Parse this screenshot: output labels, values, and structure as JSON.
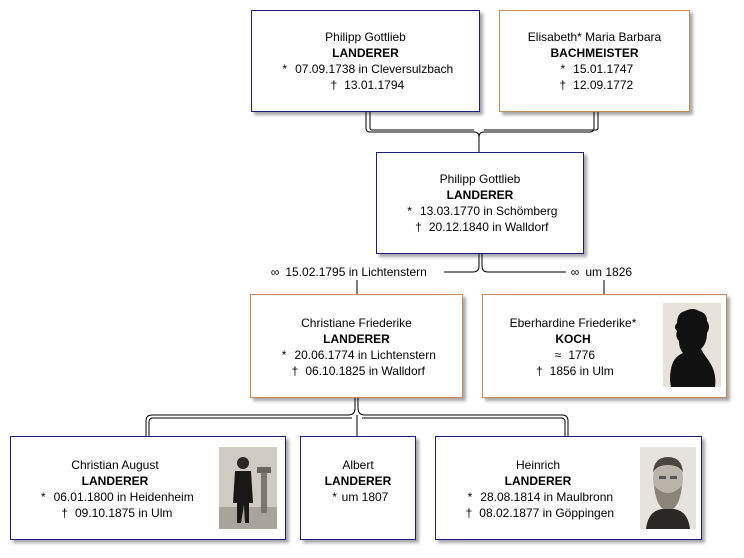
{
  "persons": {
    "p1": {
      "given": "Philipp Gottlieb",
      "surname": "LANDERER",
      "birth": "07.09.1738 in Cleversulzbach",
      "death": "13.01.1794"
    },
    "p2": {
      "given": "Elisabeth* Maria Barbara",
      "surname": "BACHMEISTER",
      "birth": "15.01.1747",
      "death": "12.09.1772"
    },
    "p3": {
      "given": "Philipp Gottlieb",
      "surname": "LANDERER",
      "birth": "13.03.1770 in Schömberg",
      "death": "20.12.1840 in Walldorf"
    },
    "p4": {
      "given": "Christiane Friederike",
      "surname": "LANDERER",
      "birth": "20.06.1774 in Lichtenstern",
      "death": "06.10.1825 in Walldorf"
    },
    "p5": {
      "given": "Eberhardine Friederike*",
      "surname": "KOCH",
      "birth": "1776",
      "death": "1856 in Ulm"
    },
    "p6": {
      "given": "Christian August",
      "surname": "LANDERER",
      "birth": "06.01.1800 in Heidenheim",
      "death": "09.10.1875 in Ulm"
    },
    "p7": {
      "given": "Albert",
      "surname": "LANDERER",
      "birth": "um 1807"
    },
    "p8": {
      "given": "Heinrich",
      "surname": "LANDERER",
      "birth": "28.08.1814 in Maulbronn",
      "death": "08.02.1877 in Göppingen"
    }
  },
  "marriages": {
    "m1": "15.02.1795 in Lichtenstern",
    "m2": "um 1826"
  },
  "symbols": {
    "birth": "*",
    "death": "†",
    "marriage": "∞",
    "approx": "≈"
  },
  "colors": {
    "male_border": "#1c1c8a",
    "female_border": "#c98a5a",
    "connector": "#000000"
  }
}
